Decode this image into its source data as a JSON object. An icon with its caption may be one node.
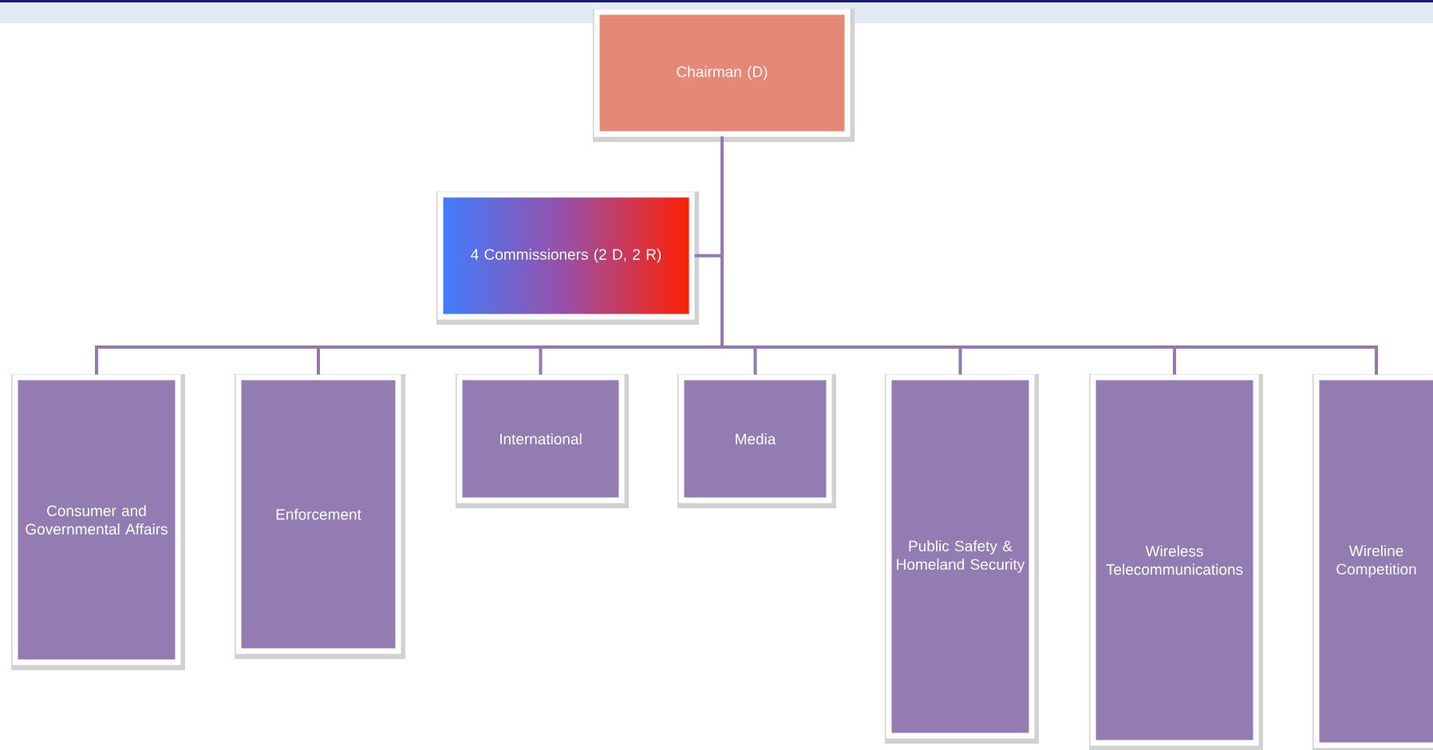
{
  "diagram": {
    "nodes": [
      {
        "text": [
          "Chairman (D)"
        ]
      },
      {
        "text": [
          "4 Commissioners (2 D, 2 R)"
        ]
      },
      {
        "text": [
          "Consumer and Governmental Affairs"
        ]
      },
      {
        "text": [
          "Enforcement"
        ]
      },
      {
        "text": [
          "International"
        ]
      },
      {
        "text": [
          "Media"
        ]
      },
      {
        "text": [
          "Public Safety & Homeland Security"
        ]
      },
      {
        "text": [
          "Wireless Telecommunications"
        ]
      },
      {
        "text": [
          "Wireline Competition"
        ]
      }
    ],
    "edges": [
      {
        "from": 0,
        "to": 1,
        "arrow": "none"
      },
      {
        "from": 0,
        "to": 2,
        "arrow": "none"
      },
      {
        "from": 0,
        "to": 3,
        "arrow": "none"
      },
      {
        "from": 0,
        "to": 4,
        "arrow": "none"
      },
      {
        "from": 0,
        "to": 5,
        "arrow": "none"
      },
      {
        "from": 0,
        "to": 6,
        "arrow": "none"
      },
      {
        "from": 0,
        "to": 7,
        "arrow": "none"
      },
      {
        "from": 0,
        "to": 8,
        "arrow": "none"
      }
    ]
  }
}
